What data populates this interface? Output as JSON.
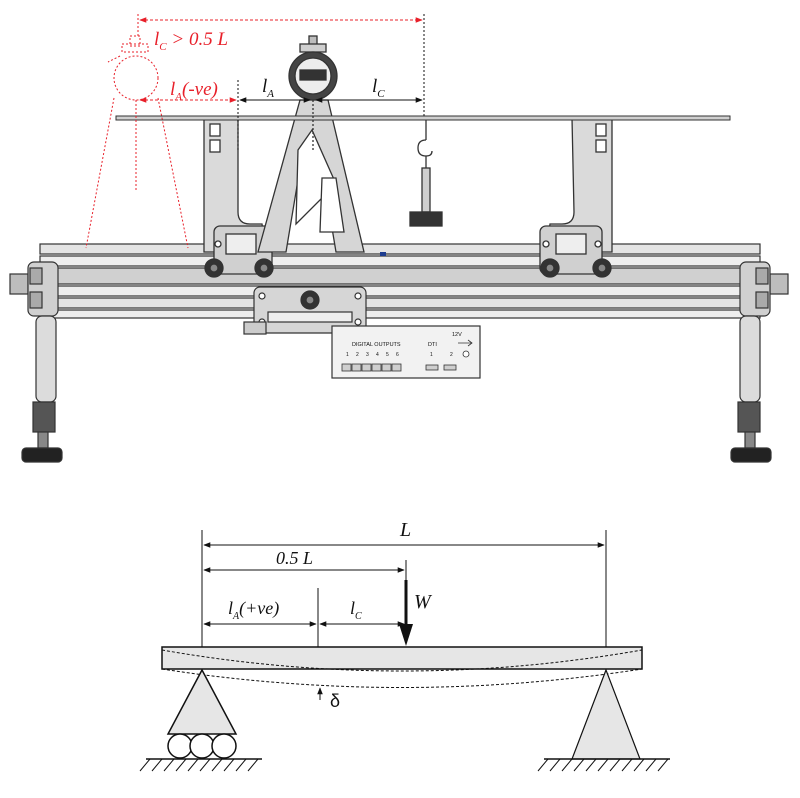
{
  "colors": {
    "annotation_red": "#e8202a",
    "frame_grey": "#d9d9d9",
    "frame_stroke": "#333333",
    "beam_fill": "#e6e6e6"
  },
  "top_apparatus": {
    "labels": {
      "lc_rule": "l",
      "lc_rule_sub": "C",
      "lc_rule_rest": " > 0.5 L",
      "la_neg": "l",
      "la_neg_sub": "A",
      "la_neg_rest": "(-ve)",
      "la": "l",
      "la_sub": "A",
      "lc": "l",
      "lc_sub": "C"
    },
    "panel": {
      "dtc_label": "12V",
      "digital_outputs": "DIGITAL OUTPUTS",
      "dti": "DTI",
      "channels": [
        "1",
        "2",
        "3",
        "4",
        "5",
        "6"
      ],
      "dti_channels": [
        "1",
        "2"
      ]
    }
  },
  "beam_diagram": {
    "labels": {
      "L": "L",
      "half_L": "0.5 L",
      "W": "W",
      "la_pos": "l",
      "la_pos_sub": "A",
      "la_pos_rest": "(+ve)",
      "lc": "l",
      "lc_sub": "C",
      "delta": "δ"
    }
  }
}
